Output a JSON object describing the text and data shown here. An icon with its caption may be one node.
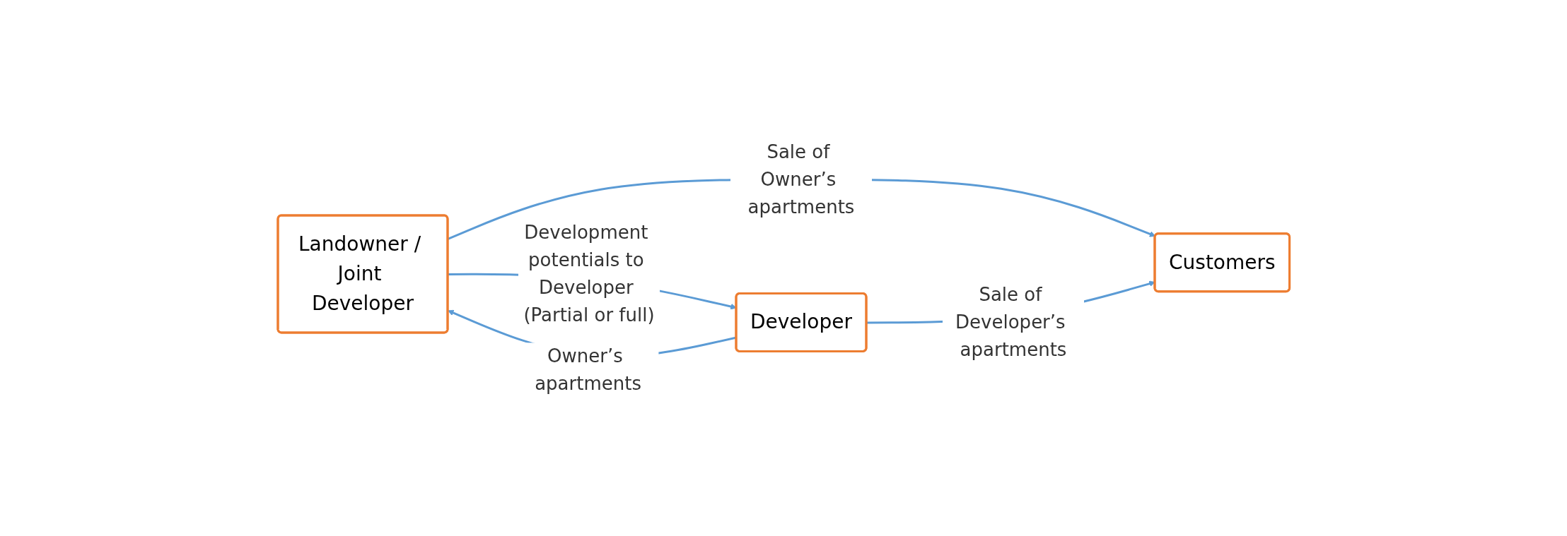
{
  "diagram": {
    "nodes": [
      {
        "text": [
          "Landowner / Joint Developer"
        ]
      },
      {
        "text": [
          "Developer"
        ]
      },
      {
        "text": [
          "Customers"
        ]
      }
    ],
    "edges": [
      {
        "from": 0,
        "to": 1,
        "arrow": "to",
        "label": "Development potentials to Developer (Partial or full)"
      },
      {
        "from": 1,
        "to": 0,
        "arrow": "to",
        "label": "Owner’s apartments"
      },
      {
        "from": 0,
        "to": 2,
        "arrow": "to",
        "label": "Sale of Owner’s apartments"
      },
      {
        "from": 1,
        "to": 2,
        "arrow": "to",
        "label": "Sale of Developer’s apartments"
      }
    ]
  }
}
